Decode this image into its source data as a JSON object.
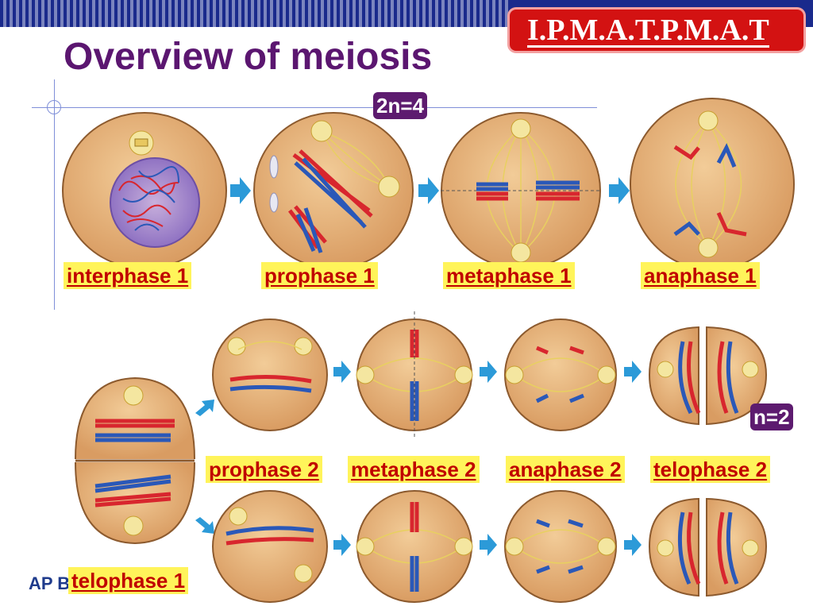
{
  "slide": {
    "title": "Overview of meiosis",
    "mnemonic": "I.P.M.A.T.P.M.A.T",
    "footer": "AP B"
  },
  "ploidy": {
    "diploid": "2n=4",
    "haploid": "n=2"
  },
  "stages": {
    "interphase1": "interphase 1",
    "prophase1": "prophase 1",
    "metaphase1": "metaphase 1",
    "anaphase1": "anaphase 1",
    "prophase2": "prophase 2",
    "metaphase2": "metaphase 2",
    "anaphase2": "anaphase 2",
    "telophase2": "telophase 2",
    "telophase1": "telophase 1"
  },
  "colors": {
    "title": "#5b1670",
    "label_text": "#c00000",
    "label_bg": "#fff45a",
    "badge_bg": "#5d1b6f",
    "mnemonic_bg": "#d31212",
    "cell_fill": "#e2b07c",
    "chromosome_red": "#d8262e",
    "chromosome_blue": "#2a58b8",
    "arrow": "#2c9ad8"
  }
}
